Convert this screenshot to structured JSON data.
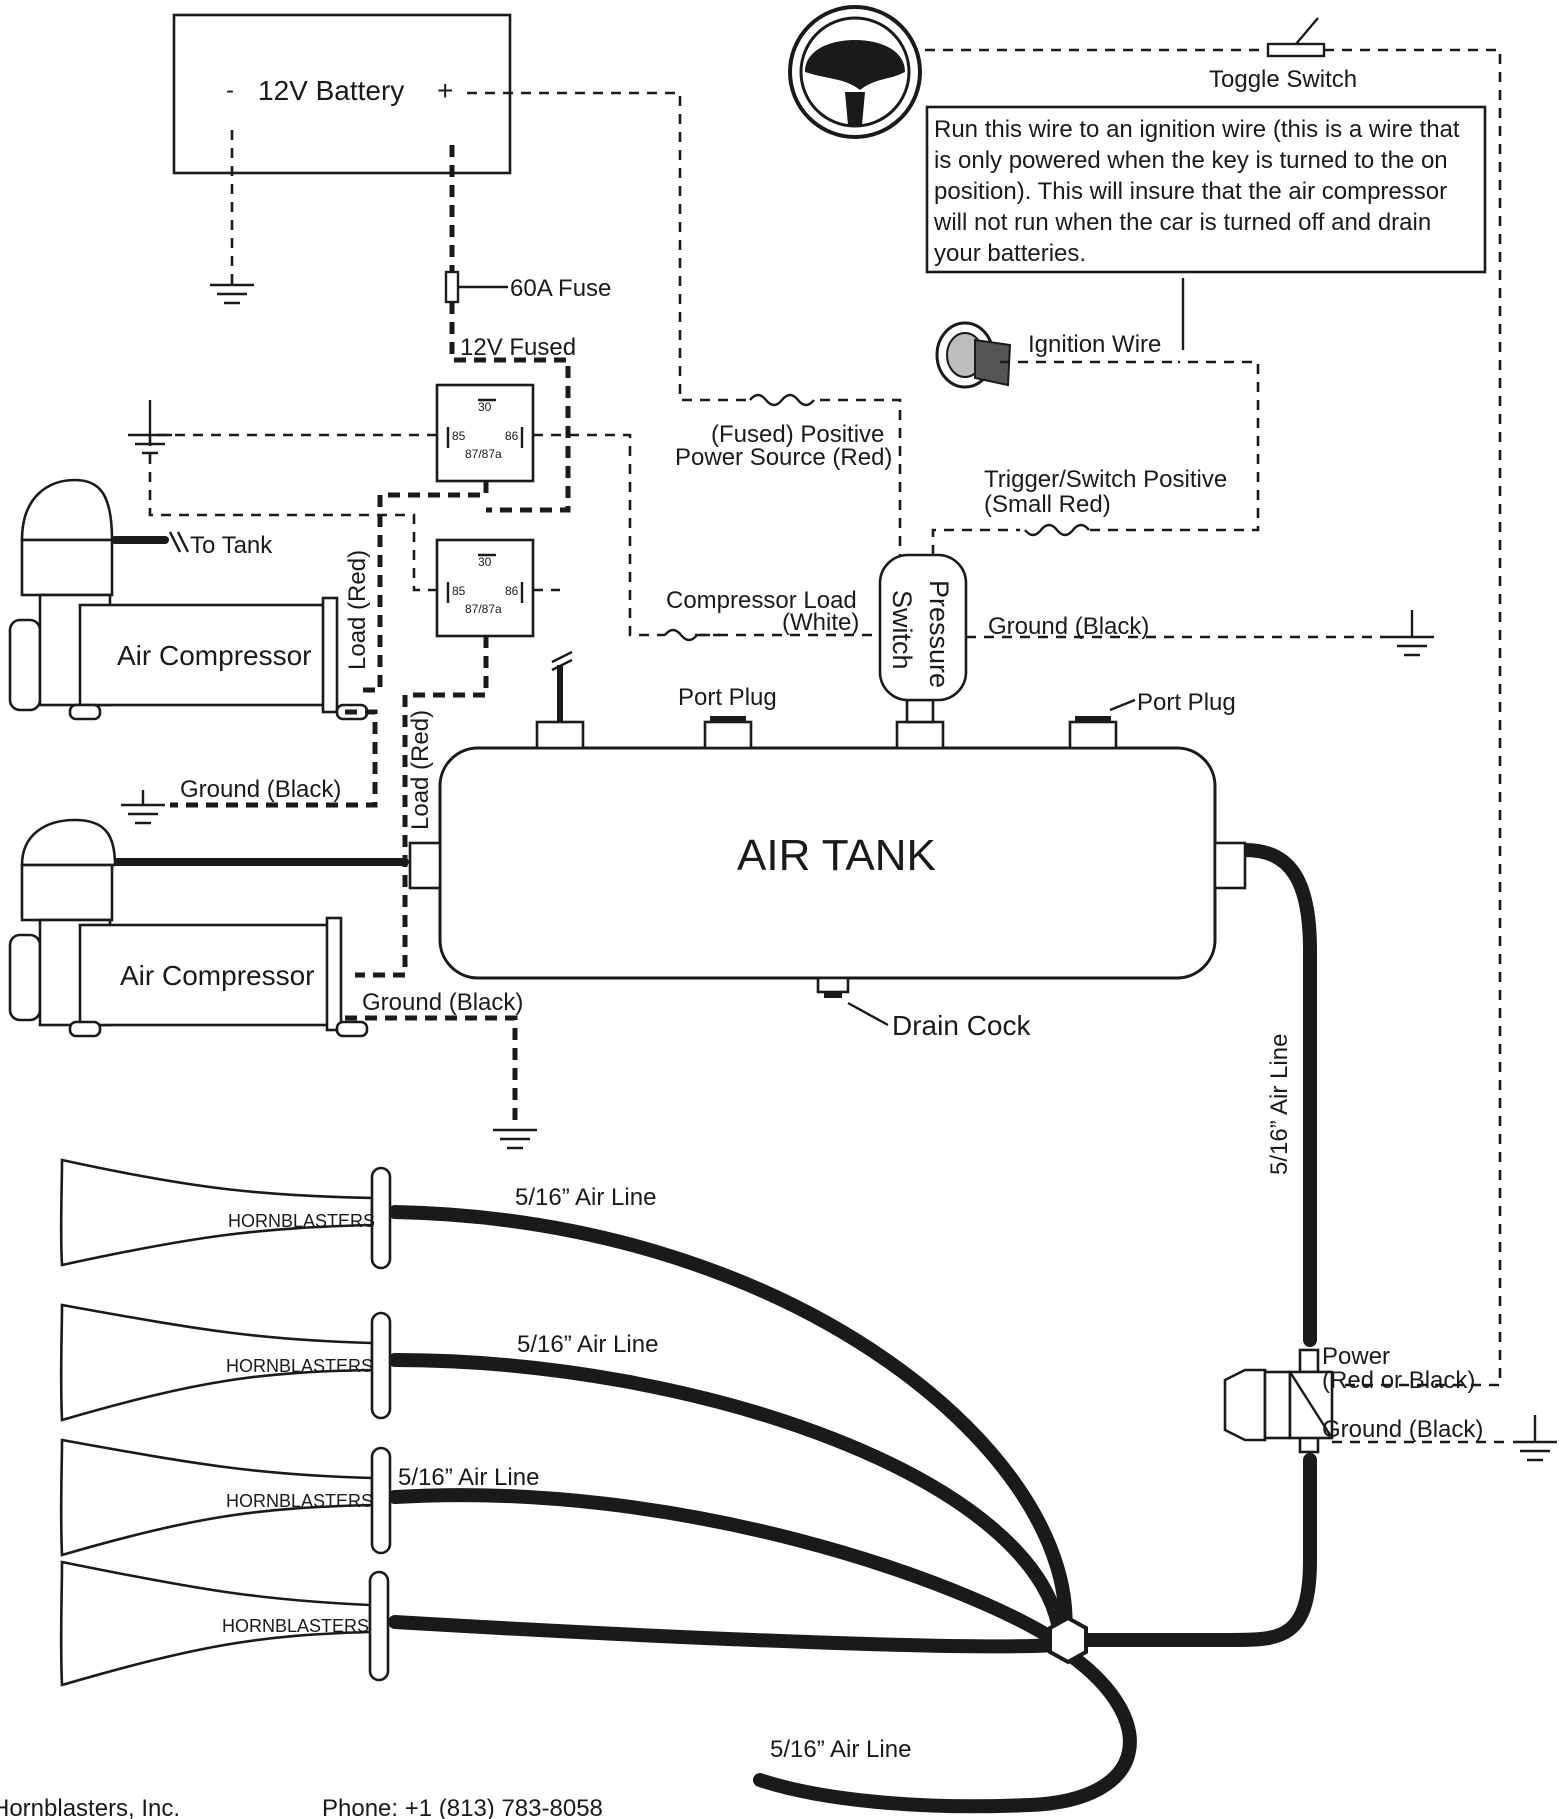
{
  "battery": {
    "label": "12V Battery",
    "neg": "-",
    "pos": "+"
  },
  "fuse": {
    "label": "60A Fuse"
  },
  "fused": {
    "label": "12V Fused"
  },
  "relay": {
    "pin30": "30",
    "pin85": "85",
    "pin86": "86",
    "pin87": "87/87a"
  },
  "toggle": {
    "label": "Toggle Switch"
  },
  "note": {
    "lines": [
      "Run this wire to an ignition wire (this is a wire that",
      "is only powered when the key is turned to the on",
      "position).  This will insure that the air compressor",
      "will not run when the car is turned off and drain",
      "your batteries."
    ]
  },
  "ignition": {
    "label": "Ignition Wire"
  },
  "fused_positive": {
    "line1": "(Fused) Positive",
    "line2": "Power Source (Red)"
  },
  "trigger": {
    "line1": "Trigger/Switch Positive",
    "line2": "(Small Red)"
  },
  "pressure_switch": {
    "line1": "Pressure",
    "line2": "Switch"
  },
  "compressor_load": {
    "line1": "Compressor Load",
    "line2": "(White)"
  },
  "ground_black": "Ground (Black)",
  "to_tank": "To Tank",
  "compressor": "Air Compressor",
  "load_red": "Load (Red)",
  "port_plug": "Port Plug",
  "air_tank": "AIR TANK",
  "drain_cock": "Drain Cock",
  "air_line": "5/16” Air Line",
  "valve": {
    "power1": "Power",
    "power2": "(Red or Black)",
    "ground": "Ground (Black)"
  },
  "horn_brand": "HORNBLASTERS",
  "footer": {
    "company": "Hornblasters, Inc.",
    "phone": "Phone: +1 (813) 783-8058"
  }
}
